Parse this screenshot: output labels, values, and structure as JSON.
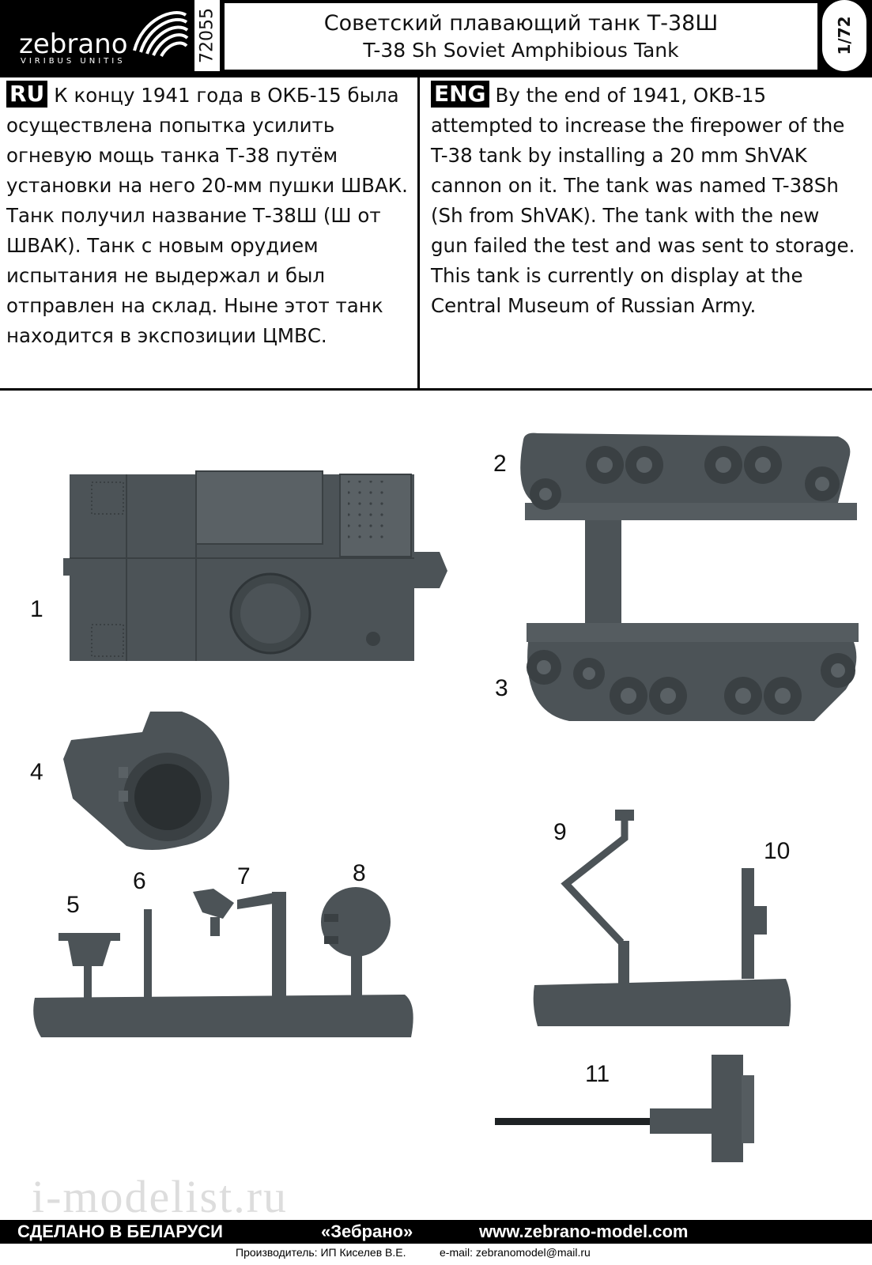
{
  "header": {
    "logo": "zebrano",
    "logo_sub": "VIRIBUS UNITIS",
    "code": "72055",
    "title_ru": "Советский плавающий танк Т-38Ш",
    "title_en": "T-38 Sh Soviet Amphibious Tank",
    "scale": "1/72"
  },
  "text": {
    "ru_tag": "RU",
    "ru_body": "К концу 1941 года в ОКБ-15 была осуществлена попытка усилить огневую мощь танка Т-38 путём установки на него 20-мм пушки ШВАК. Танк получил название Т-38Ш (Ш от ШВАК). Танк с новым орудием испытания не выдержал и был отправлен на склад. Ныне этот танк находится в экспозиции ЦМВС.",
    "en_tag": "ENG",
    "en_body": "By the end of 1941, OKB-15 attempted to increase the firepower of the T-38 tank by installing a 20 mm ShVAK cannon on it. The tank was named T-38Sh (Sh from ShVAK). The tank with the new gun failed the test and was sent to storage. This tank is currently on display at the Central Museum of Russian Army."
  },
  "parts": {
    "n1": "1",
    "n2": "2",
    "n3": "3",
    "n4": "4",
    "n5": "5",
    "n6": "6",
    "n7": "7",
    "n8": "8",
    "n9": "9",
    "n10": "10",
    "n11": "11",
    "resin_color": "#4c5357"
  },
  "watermark": "i-modelist.ru",
  "footer": {
    "made_in": "СДЕЛАНО В БЕЛАРУСИ",
    "brand": "«Зебрано»",
    "website": "www.zebrano-model.com",
    "producer": "Производитель: ИП Киселев В.Е.",
    "email": "e-mail: zebranomodel@mail.ru"
  }
}
